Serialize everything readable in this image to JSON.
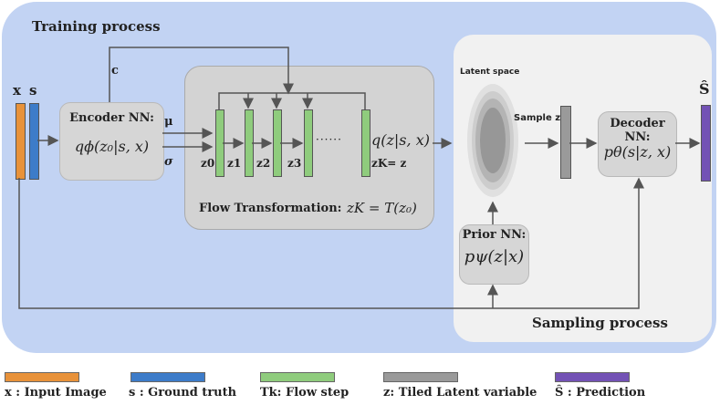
{
  "titles": {
    "training": "Training process",
    "sampling": "Sampling process"
  },
  "inputs": {
    "x": "x",
    "s": "s"
  },
  "encoder": {
    "title": "Encoder NN:",
    "formula": "qϕ(z₀|s, x)"
  },
  "edges": {
    "c": "c",
    "mu": "μ",
    "sigma": "σ",
    "sample": "Sample z"
  },
  "flow": {
    "z_labels": [
      "z0",
      "z1",
      "z2",
      "z3",
      "zK= z"
    ],
    "dots": "······",
    "output_formula": "q(z|s, x)",
    "caption_label": "Flow Transformation:",
    "caption_formula": "zK = T(z₀)"
  },
  "latent": {
    "label": "Latent space"
  },
  "prior": {
    "title": "Prior NN:",
    "formula": "pψ(z|x)"
  },
  "decoder": {
    "title": "Decoder NN:",
    "formula": "pθ(s|z, x)"
  },
  "output": {
    "label": "Ŝ"
  },
  "legend": [
    {
      "color": "#e8923a",
      "label": "x : Input Image"
    },
    {
      "color": "#3d7cc9",
      "label": "s : Ground truth"
    },
    {
      "color": "#8fcc7d",
      "label": "Tk: Flow step"
    },
    {
      "color": "#9a9a9a",
      "label": "z: Tiled Latent variable"
    },
    {
      "color": "#7352b5",
      "label": "Ŝ : Prediction"
    }
  ],
  "colors": {
    "input_x": "#e8923a",
    "ground_truth": "#3d7cc9",
    "flow_step": "#8fcc7d",
    "latent_bar": "#9a9a9a",
    "prediction": "#7352b5"
  }
}
